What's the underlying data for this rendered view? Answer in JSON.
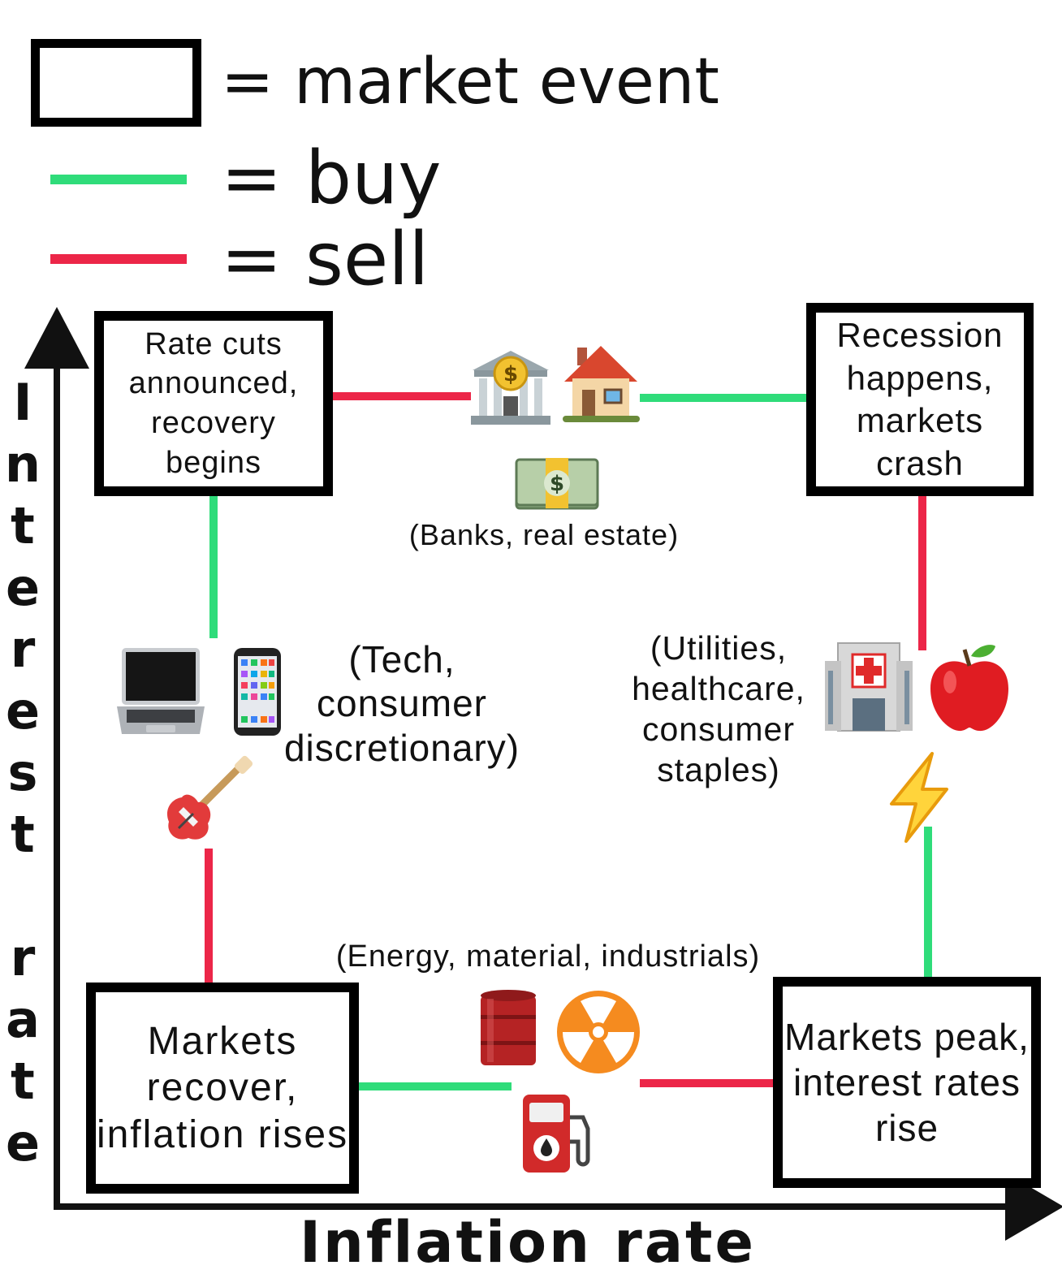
{
  "legend": {
    "event_label": "= market event",
    "buy_label": "= buy",
    "sell_label": "= sell",
    "buy_color": "#2fdc7a",
    "sell_color": "#ec2648"
  },
  "axes": {
    "y_label": "Interest rate",
    "y_letters": [
      "I",
      "n",
      "t",
      "e",
      "r",
      "e",
      "s",
      "t",
      "",
      "r",
      "a",
      "t",
      "e"
    ],
    "x_label": "Inflation rate"
  },
  "events": {
    "top_left": "Rate cuts announced, recovery begins",
    "top_right": "Recession happens, markets crash",
    "bottom_left": "Markets recover, inflation rises",
    "bottom_right": "Markets peak, interest rates rise"
  },
  "sectors": {
    "top": "(Banks, real estate)",
    "left": "(Tech, consumer discretionary)",
    "right": "(Utilities, healthcare, consumer staples)",
    "bottom": "(Energy, material, industrials)"
  },
  "icons": [
    "bank-icon",
    "house-icon",
    "money-icon",
    "laptop-icon",
    "phone-icon",
    "guitar-icon",
    "hospital-icon",
    "apple-icon",
    "lightning-icon",
    "oil-barrel-icon",
    "radioactive-icon",
    "fuel-pump-icon"
  ]
}
